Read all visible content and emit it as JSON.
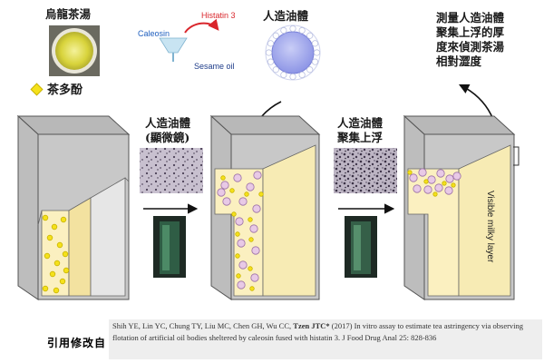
{
  "labels": {
    "oolong_tea": "烏龍茶湯",
    "tea_polyphenol": "茶多酚",
    "histatin": "Histatin 3",
    "caleosin": "Caleosin",
    "sesame_oil": "Sesame oil",
    "artificial_oil_body": "人造油體",
    "microscope_line1": "人造油體",
    "microscope_line2": "(顯微鏡)",
    "aggregate_line1": "人造油體",
    "aggregate_line2": "聚集上浮",
    "measure_lines": [
      "測量人造油體",
      "聚集上浮的厚",
      "度來偵測茶湯",
      "相對澀度"
    ],
    "visible_layer": "Visible milky layer",
    "cite_label": "引用修改自"
  },
  "citation": {
    "authors": "Shih YE, Lin YC, Chung TY, Liu MC, Chen GH, Wu CC, ",
    "highlight": "Tzen JTC*",
    "rest": " (2017) In vitro assay to estimate tea astringency via observing flotation of artificial oil bodies sheltered by caleosin fused with histatin 3. J Food Drug Anal 25: 828-836"
  },
  "colors": {
    "histatin": "#d9262c",
    "caleosin": "#1f5fbf",
    "sesame_oil": "#1f3d8a",
    "oil_body": "#9aa3e8",
    "oil_body_small": "#e8c9e6",
    "yellow_dot": "#f5e11b",
    "cream": "#fbf0c0",
    "cuvette_gray": "#c8c8c8"
  }
}
